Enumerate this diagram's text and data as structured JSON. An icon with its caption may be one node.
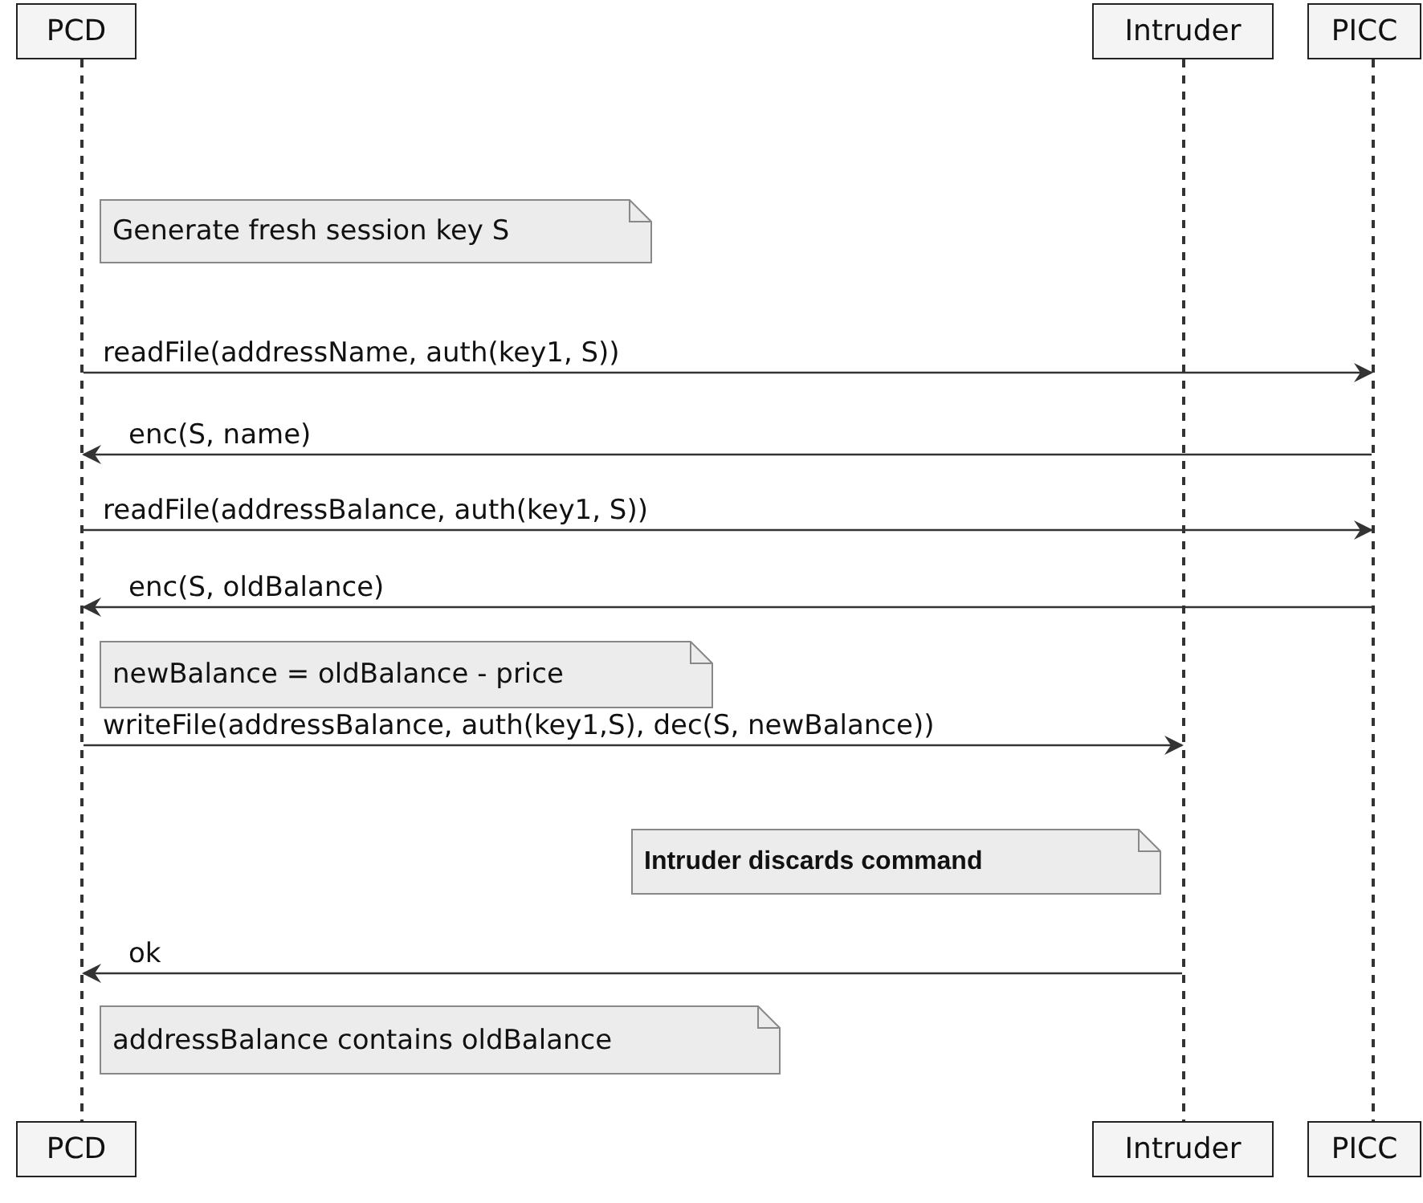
{
  "diagram": {
    "nodes": [
      {
        "text": [
          "PCD"
        ]
      },
      {
        "text": [
          "Intruder"
        ]
      },
      {
        "text": [
          "PICC"
        ]
      },
      {
        "text": [],
        "shape": "line"
      },
      {
        "text": [],
        "shape": "line"
      },
      {
        "text": [],
        "shape": "line"
      },
      {
        "text": [
          "Generate fresh session key S"
        ]
      },
      {
        "text": [
          "newBalance = oldBalance - price"
        ]
      },
      {
        "text": [
          "Intruder discards command"
        ]
      },
      {
        "text": [
          "addressBalance contains oldBalance"
        ]
      },
      {
        "text": [
          "PCD"
        ]
      },
      {
        "text": [
          "Intruder"
        ]
      },
      {
        "text": [
          "PICC"
        ]
      }
    ],
    "edges": [
      {
        "from": 3,
        "to": 5,
        "arrow": "to",
        "label": "readFile(addressName, auth(key1, S))"
      },
      {
        "from": 5,
        "to": 3,
        "arrow": "to",
        "label": "enc(S, name)"
      },
      {
        "from": 3,
        "to": 5,
        "arrow": "to",
        "label": "readFile(addressBalance, auth(key1, S))"
      },
      {
        "from": 5,
        "to": 3,
        "arrow": "to",
        "label": "enc(S, oldBalance)"
      },
      {
        "from": 3,
        "to": 4,
        "arrow": "to",
        "label": "writeFile(addressBalance, auth(key1,S), dec(S, newBalance))"
      },
      {
        "from": 4,
        "to": 3,
        "arrow": "to",
        "label": "ok"
      }
    ]
  }
}
